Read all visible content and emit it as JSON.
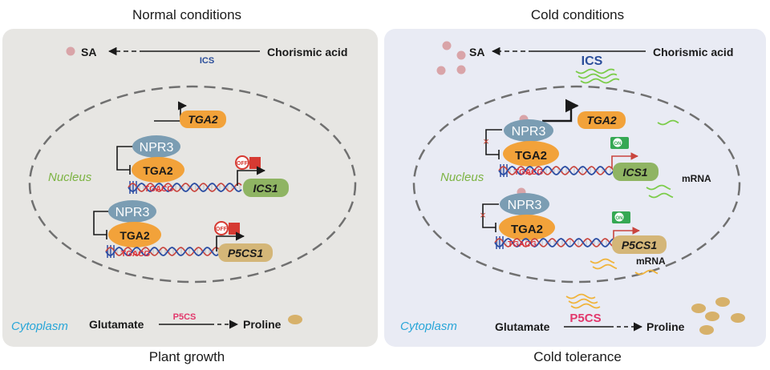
{
  "left": {
    "title": "Normal conditions",
    "footer": "Plant growth",
    "sa": "SA",
    "chorismic": "Chorismic acid",
    "ics_enzyme": "ICS",
    "nucleus": "Nucleus",
    "cytoplasm": "Cytoplasm",
    "tga2_gene": "TGA2",
    "npr3_a": "NPR3",
    "tga2_a": "TGA2",
    "motif_a": "TGACG",
    "switch_a": "OFF",
    "ics1_gene": "ICS1",
    "npr3_b": "NPR3",
    "tga2_b": "TGA2",
    "motif_b": "TGACG",
    "switch_b": "OFF",
    "p5cs1_gene": "P5CS1",
    "glutamate": "Glutamate",
    "p5cs_enzyme": "P5CS",
    "proline": "Proline"
  },
  "right": {
    "title": "Cold  conditions",
    "footer": "Cold tolerance",
    "sa": "SA",
    "chorismic": "Chorismic acid",
    "ics_enzyme": "ICS",
    "nucleus": "Nucleus",
    "cytoplasm": "Cytoplasm",
    "tga2_gene": "TGA2",
    "npr3_a": "NPR3",
    "tga2_a": "TGA2",
    "motif_a": "TGACG",
    "switch_a": "ON",
    "ics1_gene": "ICS1",
    "mrna_a": "mRNA",
    "npr3_b": "NPR3",
    "tga2_b": "TGA2",
    "motif_b": "TGACG",
    "switch_b": "ON",
    "p5cs1_gene": "P5CS1",
    "mrna_b": "mRNA",
    "glutamate": "Glutamate",
    "p5cs_enzyme": "P5CS",
    "proline": "Proline"
  },
  "colors": {
    "left_panel": "#e7e6e3",
    "right_panel": "#e9ebf4",
    "orange": "#f2a23a",
    "npr3": "#7b9db3",
    "ics1_box": "#8fb463",
    "p5cs1_box": "#d4b678",
    "red": "#e0303a",
    "green": "#35a853",
    "mrna_green": "#7ccc4a",
    "mrna_orange": "#f0b43c",
    "sa_dot": "#d9a4a8",
    "proline_dot": "#d7b16a"
  }
}
